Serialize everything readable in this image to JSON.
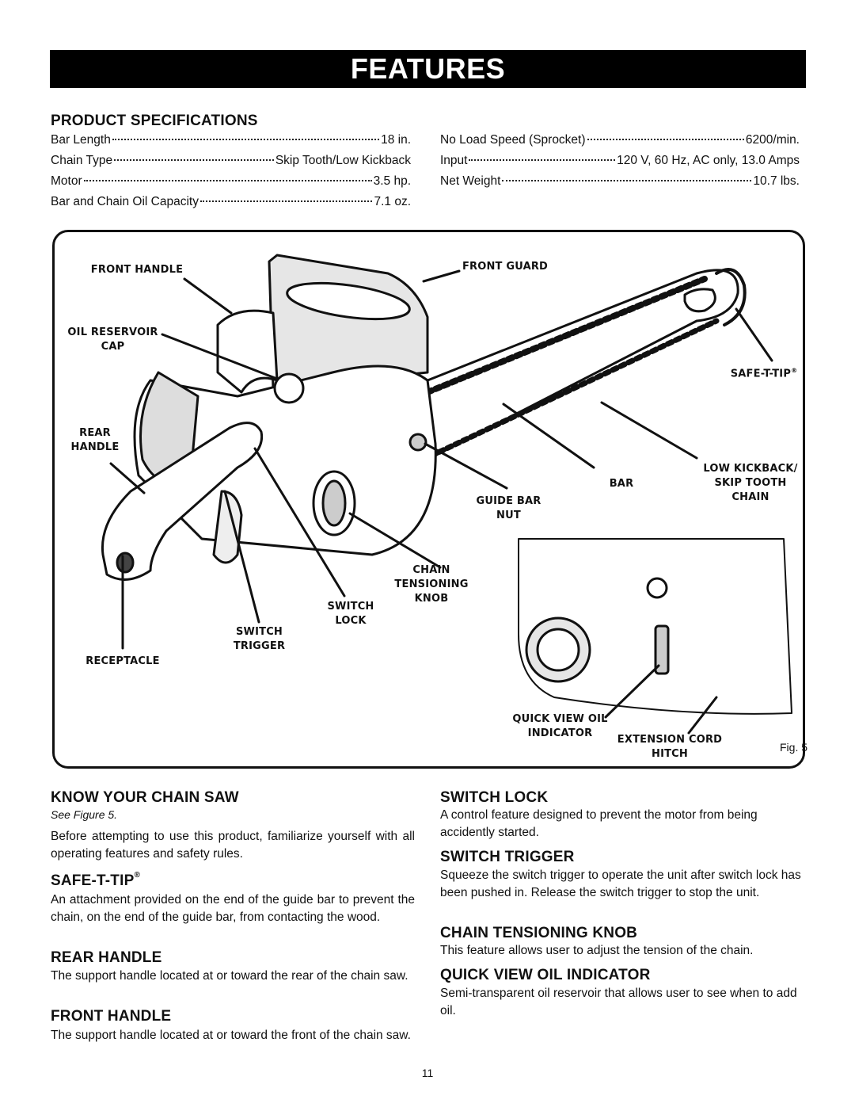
{
  "banner_title": "FEATURES",
  "specs": {
    "heading": "PRODUCT SPECIFICATIONS",
    "left": [
      {
        "label": "Bar Length",
        "value": "18 in."
      },
      {
        "label": "Chain Type",
        "value": "Skip Tooth/Low Kickback"
      },
      {
        "label": "Motor",
        "value": "3.5 hp."
      },
      {
        "label": "Bar and Chain Oil Capacity",
        "value": "7.1 oz."
      }
    ],
    "right": [
      {
        "label": "No Load Speed (Sprocket)",
        "value": "6200/min."
      },
      {
        "label": "Input",
        "value": "120 V, 60 Hz, AC only, 13.0 Amps"
      },
      {
        "label": "Net Weight",
        "value": "10.7 lbs."
      }
    ]
  },
  "figure": {
    "labels": {
      "front_handle": "FRONT HANDLE",
      "front_guard": "FRONT GUARD",
      "oil_reservoir_cap": "OIL RESERVOIR\nCAP",
      "safe_t_tip": "SAFE-T-TIP",
      "rear_handle": "REAR\nHANDLE",
      "low_kickback": "LOW KICKBACK/\nSKIP TOOTH\nCHAIN",
      "bar": "BAR",
      "guide_bar_nut": "GUIDE BAR\nNUT",
      "chain_tensioning_knob": "CHAIN\nTENSIONING\nKNOB",
      "switch_lock": "SWITCH\nLOCK",
      "switch_trigger": "SWITCH\nTRIGGER",
      "receptacle": "RECEPTACLE",
      "quick_view_oil_indicator": "QUICK VIEW OIL\nINDICATOR",
      "extension_cord_hitch": "EXTENSION CORD\nHITCH"
    },
    "caption": "Fig. 5",
    "registered": "®"
  },
  "sections": {
    "know_heading": "KNOW YOUR CHAIN SAW",
    "know_see": "See Figure 5.",
    "know_text": "Before attempting to use this product, familiarize yourself with all operating features and safety rules.",
    "safe_heading": "SAFE-T-TIP",
    "safe_text": "An attachment provided on the end of the guide bar to prevent the chain, on the end of the guide bar, from contacting the wood.",
    "rear_heading": "REAR HANDLE",
    "rear_text": "The support handle located at or toward the rear of the chain saw.",
    "front_heading": "FRONT HANDLE",
    "front_text": "The support handle located at or toward the front of the chain saw.",
    "lock_heading": "SWITCH LOCK",
    "lock_text": "A control feature designed to prevent the motor from being accidently started.",
    "trigger_heading": "SWITCH TRIGGER",
    "trigger_text": "Squeeze the switch trigger to operate the unit after switch lock has been pushed in. Release the switch trigger to stop the unit.",
    "knob_heading": "CHAIN TENSIONING KNOB",
    "knob_text": "This feature allows user to adjust the tension of the chain.",
    "oil_heading": "QUICK VIEW OIL INDICATOR",
    "oil_text": "Semi-transparent oil reservoir that allows user to see when to add oil."
  },
  "page_number": "11"
}
